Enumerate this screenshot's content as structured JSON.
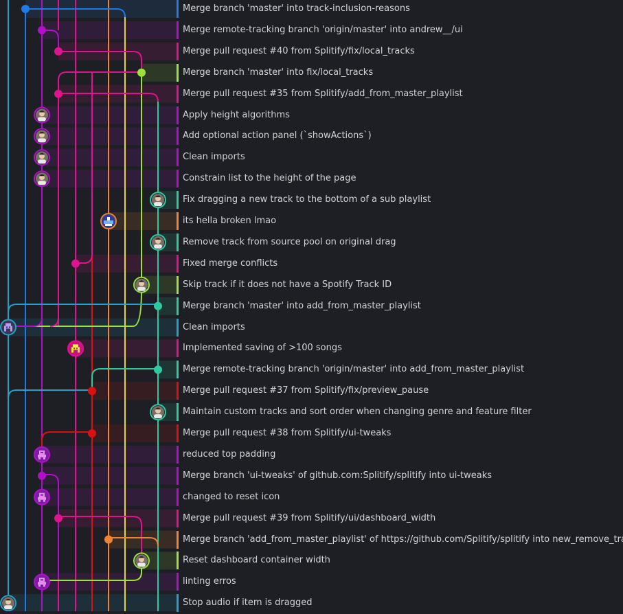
{
  "branch_colors": {
    "cyan": "#22a2c9",
    "blue": "#1f7ae8",
    "purple": "#b010c8",
    "magenta": "#e0138e",
    "pink": "#e0138e",
    "lime": "#9ce23c",
    "red": "#dc1010",
    "orange": "#f08432",
    "yellow": "#e4d23a",
    "teal": "#2fc9a0"
  },
  "commits": [
    {
      "message": "Merge branch 'master' into track-inclusion-reasons",
      "lane": "blue",
      "node": "dot"
    },
    {
      "message": "Merge remote-tracking branch 'origin/master' into andrew__/ui",
      "lane": "purple",
      "node": "dot"
    },
    {
      "message": "Merge pull request #40 from Splitify/fix/local_tracks",
      "lane": "magenta",
      "node": "dot"
    },
    {
      "message": "Merge branch 'master' into fix/local_tracks",
      "lane": "lime",
      "node": "dot"
    },
    {
      "message": "Merge pull request #35 from Splitify/add_from_master_playlist",
      "lane": "magenta",
      "node": "dot"
    },
    {
      "message": "Apply height algorithms",
      "lane": "purple",
      "node": "avatar-person"
    },
    {
      "message": "Add optional action panel (`showActions`)",
      "lane": "purple",
      "node": "avatar-person"
    },
    {
      "message": "Clean imports",
      "lane": "purple",
      "node": "avatar-person"
    },
    {
      "message": "Constrain list to the height of the page",
      "lane": "purple",
      "node": "avatar-person"
    },
    {
      "message": "Fix dragging a new track to the bottom of a sub playlist",
      "lane": "teal",
      "node": "avatar-person"
    },
    {
      "message": "its hella broken lmao",
      "lane": "orange",
      "node": "avatar-robot"
    },
    {
      "message": "Remove track from source pool on original drag",
      "lane": "teal",
      "node": "avatar-person"
    },
    {
      "message": "Fixed merge conflicts",
      "lane": "pink",
      "node": "dot"
    },
    {
      "message": "Skip track if it does not have a Spotify Track ID",
      "lane": "lime",
      "node": "avatar-person"
    },
    {
      "message": "Merge branch 'master' into add_from_master_playlist",
      "lane": "teal",
      "node": "dot"
    },
    {
      "message": "Clean imports",
      "lane": "cyan",
      "node": "avatar-invader"
    },
    {
      "message": "Implemented saving of >100 songs",
      "lane": "pink",
      "node": "avatar-invader-lime"
    },
    {
      "message": "Merge remote-tracking branch 'origin/master' into add_from_master_playlist",
      "lane": "teal",
      "node": "dot"
    },
    {
      "message": "Merge pull request #37 from Splitify/fix/preview_pause",
      "lane": "red",
      "node": "dot"
    },
    {
      "message": "Maintain custom tracks and sort order when changing genre and feature filter",
      "lane": "teal",
      "node": "avatar-person"
    },
    {
      "message": "Merge pull request #38 from Splitify/ui-tweaks",
      "lane": "red",
      "node": "dot"
    },
    {
      "message": "reduced top padding",
      "lane": "purple",
      "node": "avatar-pixel"
    },
    {
      "message": "Merge branch 'ui-tweaks' of github.com:Splitify/splitify into ui-tweaks",
      "lane": "purple",
      "node": "dot"
    },
    {
      "message": "changed to reset icon",
      "lane": "purple",
      "node": "avatar-pixel"
    },
    {
      "message": "Merge pull request #39 from Splitify/ui/dashboard_width",
      "lane": "magenta",
      "node": "dot"
    },
    {
      "message": "Merge branch 'add_from_master_playlist' of https://github.com/Splitify/splitify into new_remove_track",
      "lane": "orange",
      "node": "dot"
    },
    {
      "message": "Reset dashboard container width",
      "lane": "lime",
      "node": "avatar-person"
    },
    {
      "message": "linting erros",
      "lane": "purple",
      "node": "avatar-pixel"
    },
    {
      "message": "Stop audio if item is dragged",
      "lane": "cyan",
      "node": "avatar-person"
    }
  ]
}
